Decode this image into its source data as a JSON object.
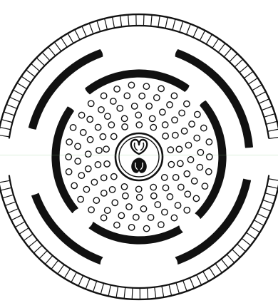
{
  "diagram": {
    "description_text": "",
    "colors": {
      "ink": "#111111",
      "paper": "#ffffff"
    },
    "parts": [
      "outer-segmented-ring",
      "thick-arc-band-outer",
      "thick-arc-band-inner",
      "dotted-field",
      "central-core"
    ]
  }
}
